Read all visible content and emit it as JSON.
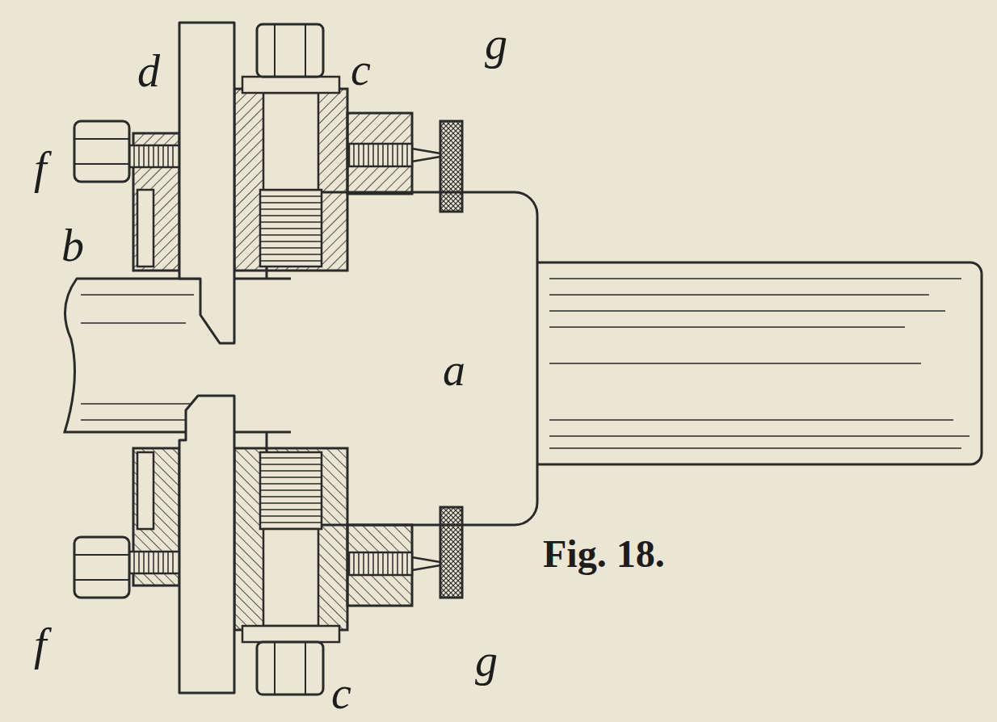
{
  "diagram": {
    "caption": "Fig. 18.",
    "labels": [
      "d",
      "c",
      "g",
      "f",
      "b",
      "a",
      "f",
      "g",
      "c"
    ]
  }
}
